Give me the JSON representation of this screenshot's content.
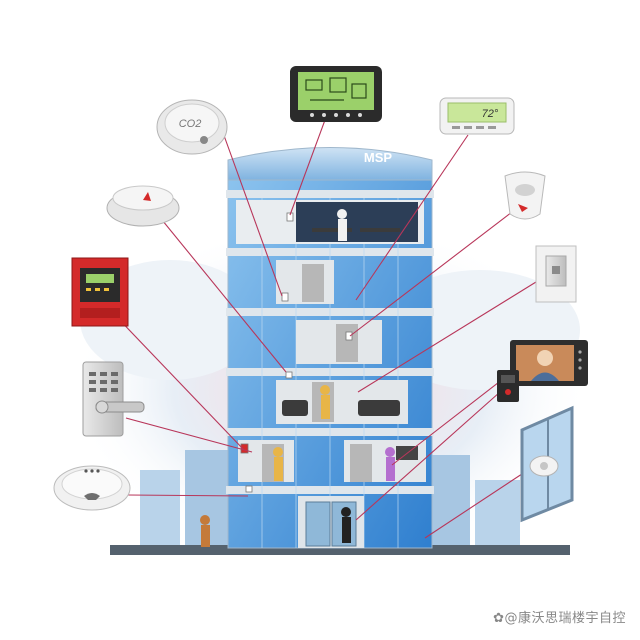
{
  "building": {
    "sign": "MSP"
  },
  "devices": {
    "co2_detector_label": "CO2",
    "thermostat_display": "72°"
  },
  "watermark": "✿@康沃思瑞楼宇自控",
  "colors": {
    "sky": "#dfeaf4",
    "glass": "#3f8fd6",
    "glass_light": "#8cc3ee",
    "frame": "#c9d3dc",
    "connector": "#b8365a",
    "alarm_red": "#d42a2a",
    "lcd_green": "#9bd06a"
  },
  "icons": [
    "co2-detector-icon",
    "building-controller-icon",
    "thermostat-icon",
    "smoke-detector-icon",
    "motion-sensor-icon",
    "fire-alarm-panel-icon",
    "light-switch-icon",
    "keypad-lock-icon",
    "video-intercom-icon",
    "access-card-reader-icon",
    "ceiling-speaker-icon",
    "glass-break-sensor-icon"
  ]
}
